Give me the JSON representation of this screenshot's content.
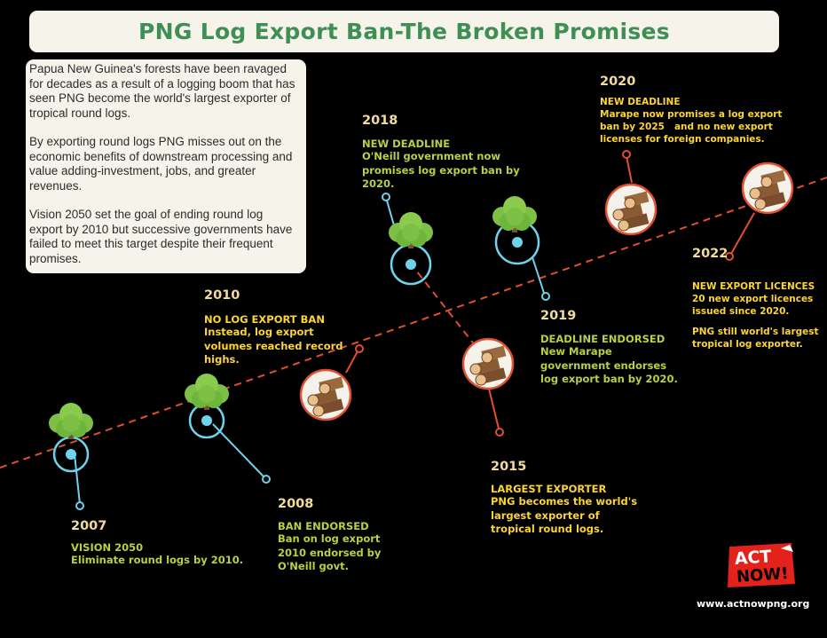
{
  "title": "PNG Log Export Ban-The Broken Promises",
  "intro": [
    "Papua New Guinea's forests have been ravaged for decades as a result of a logging boom that has seen PNG become the world's largest exporter of tropical round logs.",
    "By exporting round logs PNG misses out on the economic benefits of downstream processing and value adding-investment, jobs, and greater revenues.",
    " Vision 2050 set the goal of ending round log export by 2010 but successive governments have failed to meet this target despite their frequent promises."
  ],
  "events": {
    "e2007": {
      "year": "2007",
      "heading": "VISION 2050",
      "body": "Eliminate round logs by 2010.",
      "icon": "tree-icon"
    },
    "e2010": {
      "year": "2010",
      "heading": "NO LOG EXPORT BAN",
      "body": "Instead, log export volumes reached record highs.",
      "icon": "tree-icon"
    },
    "e2008": {
      "year": "2008",
      "heading": "BAN ENDORSED",
      "body": "Ban on log export 2010 endorsed by O'Neill govt.",
      "icon": "logs-icon"
    },
    "e2018": {
      "year": "2018",
      "heading": "NEW DEADLINE",
      "body": "O'Neill government now promises log export ban by 2020.",
      "icon": "tree-icon"
    },
    "e2015": {
      "year": "2015",
      "heading": "LARGEST EXPORTER",
      "body": "PNG becomes the world's largest exporter of tropical round logs.",
      "icon": "logs-icon"
    },
    "e2019": {
      "year": "2019",
      "heading": "DEADLINE ENDORSED",
      "body": "New Marape government endorses log export ban by 2020.",
      "icon": "tree-icon"
    },
    "e2020": {
      "year": "2020",
      "heading": "NEW DEADLINE",
      "body": "Marape now promises a log export ban by 2025   and no new export licenses for foreign companies.",
      "icon": "logs-icon"
    },
    "e2022": {
      "year": "2022",
      "heading": "NEW EXPORT LICENCES",
      "body": "20 new export licences issued since 2020.",
      "body2": "PNG still world's largest tropical log exporter.",
      "icon": "logs-icon"
    }
  },
  "logo": {
    "text1": "ACT",
    "text2": "NOW!"
  },
  "website": "www.actnowpng.org",
  "colors": {
    "gold": "#fbd535",
    "green": "#b6d143",
    "year": "#f2dc9b",
    "blue": "#6fd3ec",
    "red": "#e0502e",
    "title": "#3f8f55"
  }
}
